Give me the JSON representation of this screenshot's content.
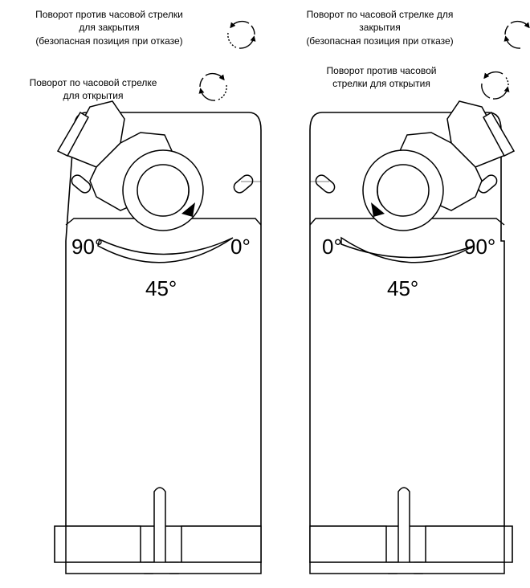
{
  "left": {
    "label_close": [
      "Поворот против часовой стрелки",
      "для закрытия",
      "(безопасная позиция при отказе)"
    ],
    "label_open": [
      "Поворот по часовой стрелке",
      "для открытия"
    ],
    "deg_left": "90°",
    "deg_right": "0°",
    "deg_mid": "45°"
  },
  "right": {
    "label_close": [
      "Поворот по часовой стрелке для",
      "закрытия",
      "(безопасная позиция при отказе)"
    ],
    "label_open": [
      "Поворот против часовой",
      "стрелки для открытия"
    ],
    "deg_left": "0°",
    "deg_right": "90°",
    "deg_mid": "45°"
  },
  "icons": [
    "rotate-ccw-icon",
    "rotate-cw-icon"
  ]
}
